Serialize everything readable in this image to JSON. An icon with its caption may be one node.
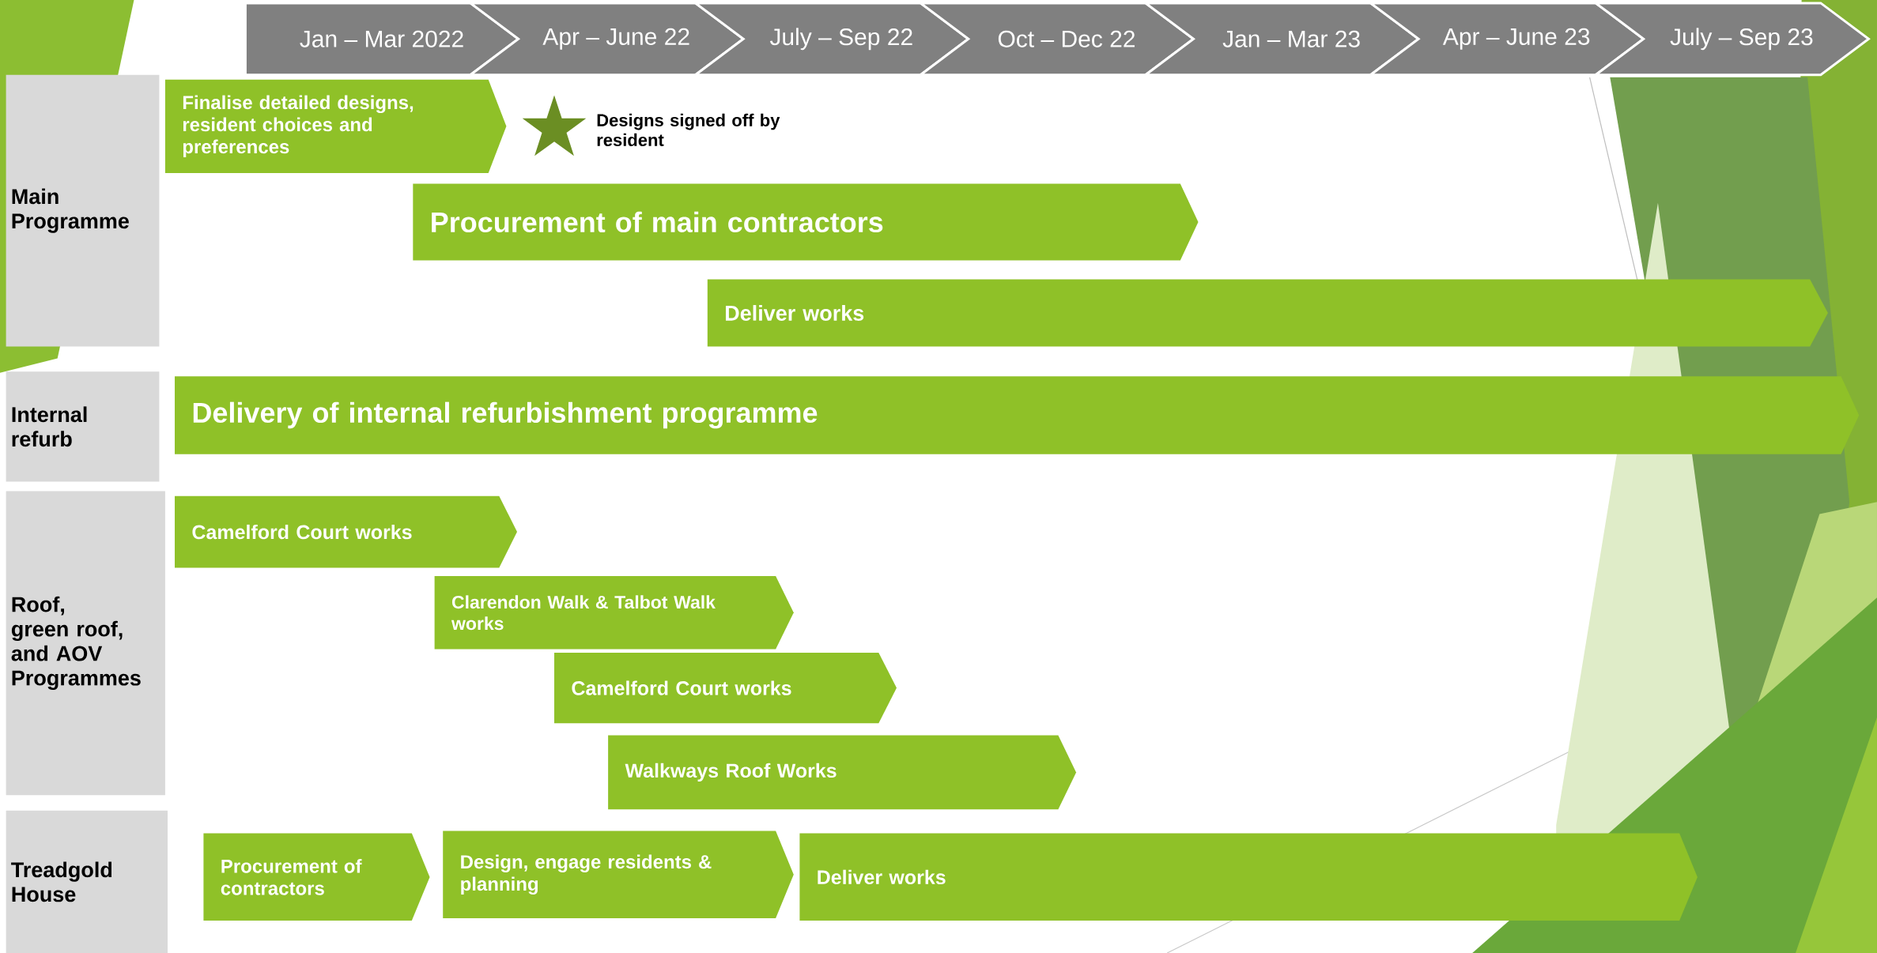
{
  "diagram": {
    "nodes": [
      {
        "text": [
          "Jan – Mar 2022"
        ]
      },
      {
        "text": [
          "Apr – June 22"
        ]
      },
      {
        "text": [
          "July – Sep 22"
        ]
      },
      {
        "text": [
          "Oct – Dec 22"
        ]
      },
      {
        "text": [
          "Jan – Mar 23"
        ]
      },
      {
        "text": [
          "Apr – June 23"
        ]
      },
      {
        "text": [
          "July – Sep 23"
        ]
      },
      {
        "text": [
          "Main Programme"
        ]
      },
      {
        "text": [
          "Finalise detailed designs, resident choices and preferences"
        ]
      },
      {
        "text": [],
        "shape": "star",
        "beside": [
          "Designs signed off by resident"
        ]
      },
      {
        "text": [
          "Procurement of main contractors"
        ]
      },
      {
        "text": [
          "Deliver works"
        ]
      },
      {
        "text": [
          "Internal refurb"
        ]
      },
      {
        "text": [
          "Delivery of internal refurbishment programme"
        ]
      },
      {
        "text": [
          "Roof, green roof, and AOV Programmes"
        ]
      },
      {
        "text": [
          "Camelford Court works"
        ]
      },
      {
        "text": [
          "Clarendon Walk & Talbot Walk works"
        ]
      },
      {
        "text": [
          "Camelford Court works"
        ]
      },
      {
        "text": [
          "Walkways Roof Works"
        ]
      },
      {
        "text": [
          "Treadgold House"
        ]
      },
      {
        "text": [
          "Procurement of contractors"
        ]
      },
      {
        "text": [
          "Design, engage residents & planning"
        ]
      },
      {
        "text": [
          "Deliver works"
        ]
      }
    ]
  }
}
